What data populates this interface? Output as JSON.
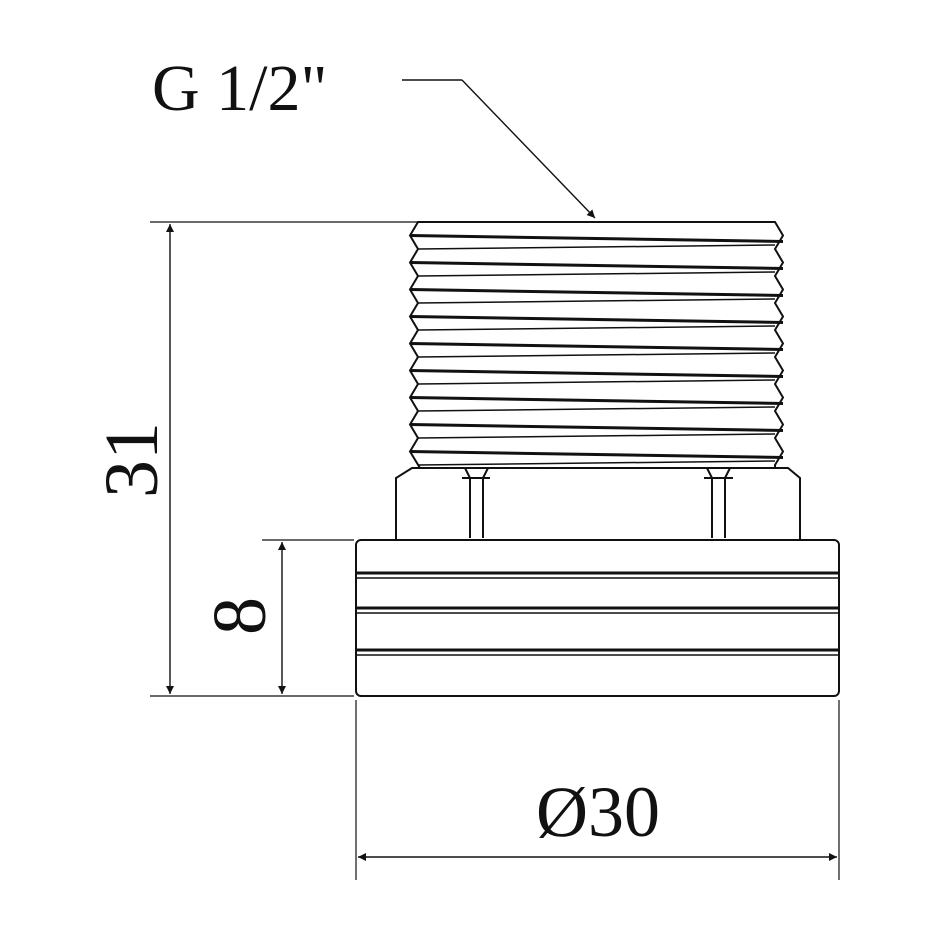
{
  "drawing": {
    "thread_label": "G 1/2\"",
    "height_total": "31",
    "height_base": "8",
    "diameter": "Ø30"
  },
  "colors": {
    "line": "#111111",
    "background": "#ffffff"
  }
}
